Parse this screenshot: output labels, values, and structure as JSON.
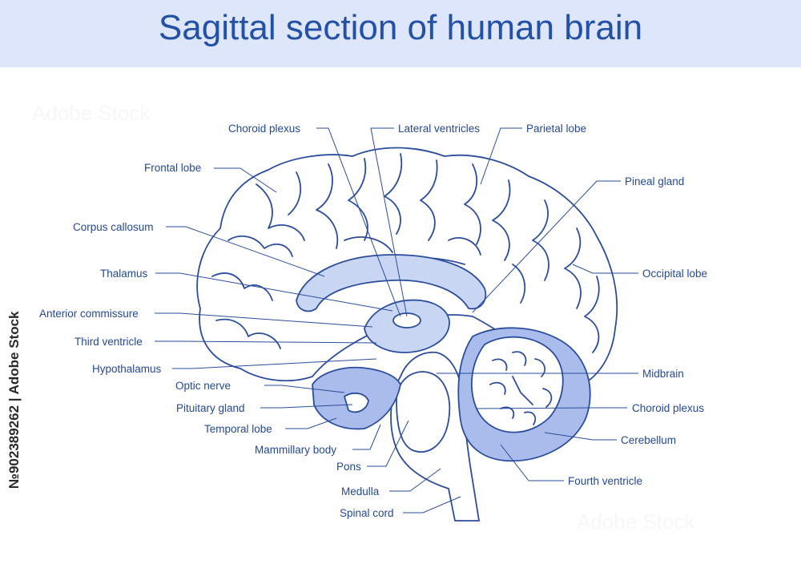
{
  "title": "Sagittal section of human brain",
  "side_text": "№902389262 | Adobe Stock",
  "watermark": "Adobe Stock",
  "colors": {
    "accent": "#2451a8",
    "banner": "#dde6fa",
    "fill_light": "#c9d6f3",
    "fill_mid": "#a9bcec"
  },
  "labels": {
    "choroid_plexus_top": "Choroid plexus",
    "lateral_ventricles": "Lateral ventricles",
    "parietal_lobe": "Parietal lobe",
    "frontal_lobe": "Frontal lobe",
    "pineal_gland": "Pineal gland",
    "corpus_callosum": "Corpus callosum",
    "thalamus": "Thalamus",
    "occipital_lobe": "Occipital lobe",
    "anterior_commissure": "Anterior commissure",
    "third_ventricle": "Third ventricle",
    "hypothalamus": "Hypothalamus",
    "midbrain": "Midbrain",
    "optic_nerve": "Optic nerve",
    "pituitary_gland": "Pituitary gland",
    "choroid_plexus_bottom": "Choroid plexus",
    "temporal_lobe": "Temporal lobe",
    "cerebellum": "Cerebellum",
    "mammillary_body": "Mammillary body",
    "pons": "Pons",
    "fourth_ventricle": "Fourth ventricle",
    "medulla": "Medulla",
    "spinal_cord": "Spinal cord"
  }
}
